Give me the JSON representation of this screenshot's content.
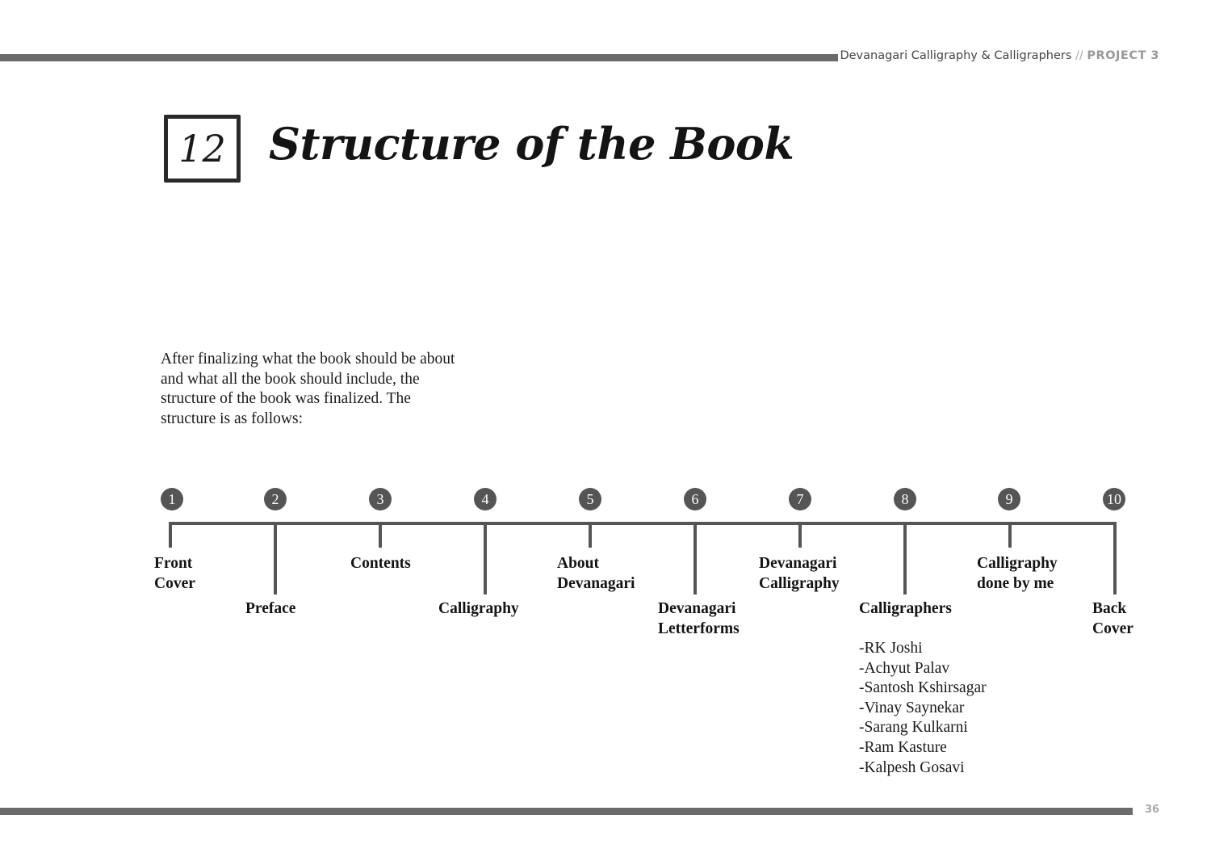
{
  "header": {
    "project_title": "Devanagari Calligraphy & Calligraphers",
    "separator": "//",
    "project_label": "PROJECT 3"
  },
  "section": {
    "number": "12",
    "title": "Structure of the Book"
  },
  "intro": {
    "text": "After finalizing what the book should be about and what all the book should include, the structure of the book was finalized. The structure is as follows:"
  },
  "timeline": {
    "items": [
      {
        "number": "1",
        "label_line1": "Front",
        "label_line2": "Cover"
      },
      {
        "number": "2",
        "label_line1": "Preface",
        "label_line2": ""
      },
      {
        "number": "3",
        "label_line1": "Contents",
        "label_line2": ""
      },
      {
        "number": "4",
        "label_line1": "Calligraphy",
        "label_line2": ""
      },
      {
        "number": "5",
        "label_line1": "About",
        "label_line2": "Devanagari"
      },
      {
        "number": "6",
        "label_line1": "Devanagari",
        "label_line2": "Letterforms"
      },
      {
        "number": "7",
        "label_line1": "Devanagari",
        "label_line2": "Calligraphy"
      },
      {
        "number": "8",
        "label_line1": "Calligraphers",
        "label_line2": ""
      },
      {
        "number": "9",
        "label_line1": "Calligraphy",
        "label_line2": "done by me"
      },
      {
        "number": "10",
        "label_line1": "Back",
        "label_line2": "Cover"
      }
    ],
    "calligraphers": [
      "-RK Joshi",
      "-Achyut Palav",
      "-Santosh Kshirsagar",
      "-Vinay Saynekar",
      "-Sarang Kulkarni",
      "-Ram Kasture",
      "-Kalpesh Gosavi"
    ]
  },
  "footer": {
    "page_number": "36"
  }
}
